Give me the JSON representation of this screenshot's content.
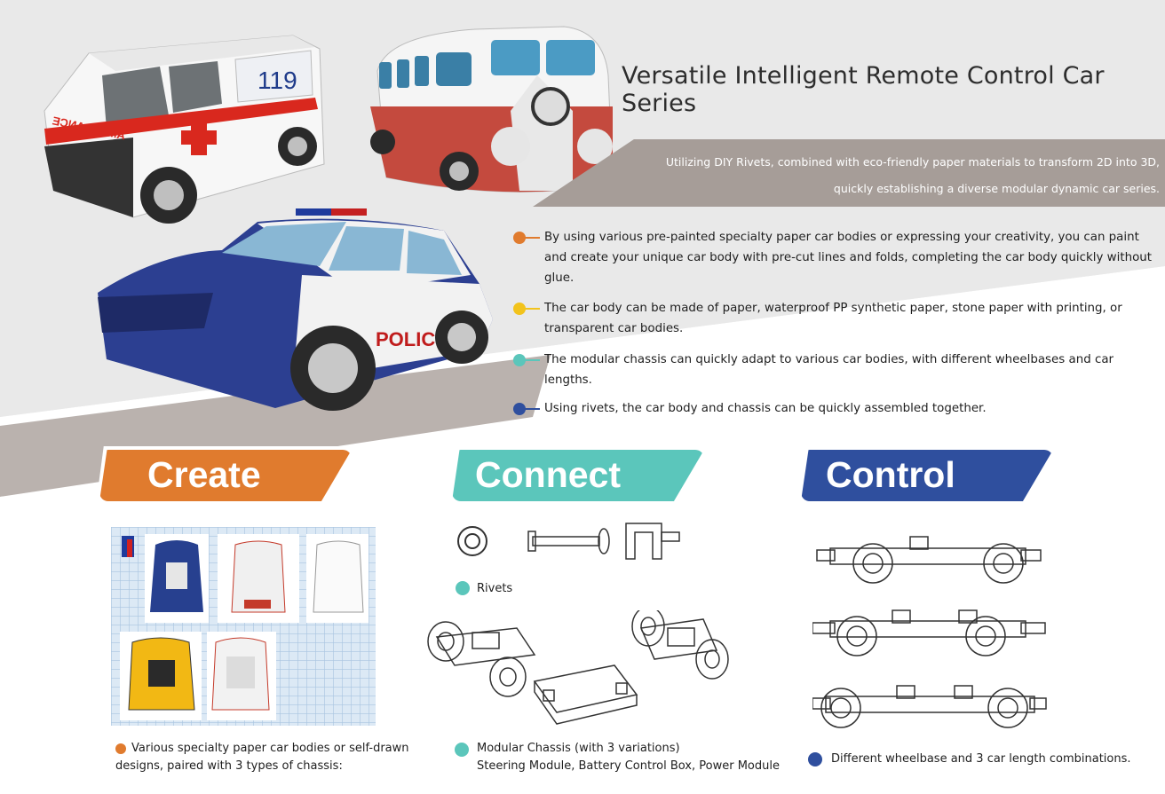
{
  "title": "Versatile Intelligent Remote Control Car Series",
  "band": {
    "line1": "Utilizing DIY Rivets, combined with eco-friendly paper materials to transform 2D into 3D,",
    "line2": "quickly establishing a diverse modular dynamic car series."
  },
  "features": [
    {
      "text": "By using various pre-painted specialty paper car bodies or expressing your creativity, you can paint and create your unique car body with pre-cut lines and folds, completing the car body quickly without glue.",
      "color": "#e07b2e"
    },
    {
      "text": "The car body can be made of paper, waterproof PP synthetic paper, stone paper with printing, or transparent car bodies.",
      "color": "#f2c31c"
    },
    {
      "text": "The modular chassis can quickly adapt to various car bodies, with different wheelbases and car lengths.",
      "color": "#5bc6bb"
    },
    {
      "text": "Using rivets, the car body and chassis can be quickly assembled together.",
      "color": "#2f4f9e"
    }
  ],
  "vehicles": {
    "ambulance_number": "119",
    "ambulance_label": "AMBULANCE",
    "police_label": "POLICE"
  },
  "sections": {
    "create": {
      "label": "Create",
      "color": "#e07b2e",
      "caption_line1": "Various specialty paper car bodies or self-drawn",
      "caption_line2": "designs, paired with 3 types of chassis:"
    },
    "connect": {
      "label": "Connect",
      "color": "#5bc6bb",
      "rivets_label": "Rivets",
      "caption_line1": "Modular Chassis (with 3 variations)",
      "caption_line2": "Steering Module, Battery Control Box, Power Module"
    },
    "control": {
      "label": "Control",
      "color": "#2f4f9e",
      "caption": "Different wheelbase and 3 car length combinations."
    }
  }
}
